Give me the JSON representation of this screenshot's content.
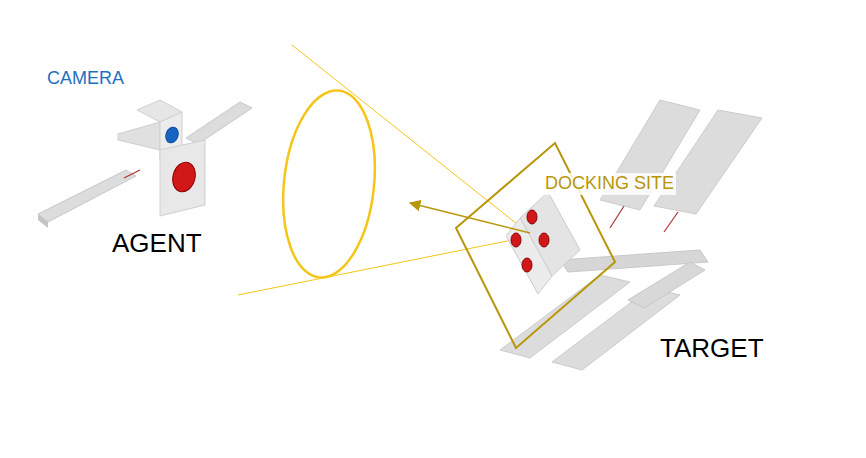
{
  "diagram": {
    "labels": [
      "CAMERA",
      "AGENT",
      "DOCKING SITE",
      "TARGET"
    ]
  }
}
